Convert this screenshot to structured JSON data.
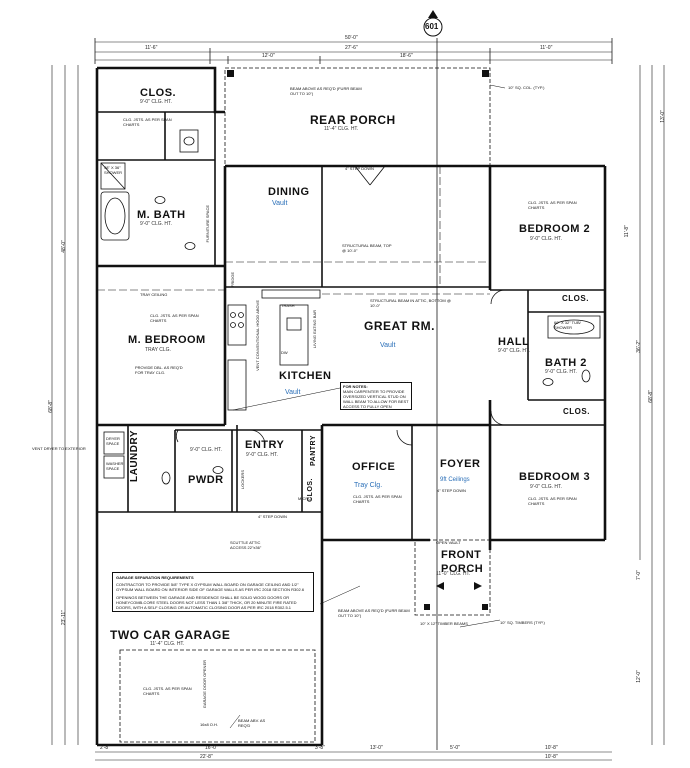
{
  "marker": "601",
  "rooms": {
    "clos_top": {
      "name": "CLOS.",
      "ceiling": "9'-0\" CLG. HT."
    },
    "rear_porch": {
      "name": "REAR PORCH",
      "ceiling": "11'-4\" CLG. HT."
    },
    "dining": {
      "name": "DINING",
      "vault": "Vault"
    },
    "bedroom2": {
      "name": "BEDROOM 2",
      "ceiling": "9'-0\" CLG. HT."
    },
    "m_bath": {
      "name": "M. BATH",
      "ceiling": "9'-0\" CLG. HT."
    },
    "m_bedroom": {
      "name": "M. BEDROOM",
      "ceiling": "TRAY CLG."
    },
    "great_rm": {
      "name": "GREAT RM.",
      "vault": "Vault"
    },
    "kitchen": {
      "name": "KITCHEN",
      "vault": "Vault"
    },
    "hall": {
      "name": "HALL",
      "ceiling": "9'-0\" CLG. HT."
    },
    "bath2": {
      "name": "BATH 2",
      "ceiling": "9'-0\" CLG. HT."
    },
    "clos_hall": {
      "name": "CLOS."
    },
    "clos_b2": {
      "name": "CLOS."
    },
    "laundry": {
      "name": "LAUNDRY"
    },
    "pwdr": {
      "name": "PWDR",
      "ceiling": "9'-0\" CLG. HT."
    },
    "entry": {
      "name": "ENTRY",
      "ceiling": "9'-0\" CLG. HT."
    },
    "pantry": {
      "name": "PANTRY"
    },
    "clos_entry": {
      "name": "CLOS."
    },
    "office": {
      "name": "OFFICE",
      "ceiling": "Tray Clg."
    },
    "foyer": {
      "name": "FOYER",
      "ceiling": "9ft Ceilings"
    },
    "bedroom3": {
      "name": "BEDROOM 3",
      "ceiling": "9'-0\" CLG. HT."
    },
    "front_porch": {
      "name": "FRONT PORCH",
      "ceiling": "11'-0\" CLG. HT."
    },
    "garage": {
      "name": "TWO CAR GARAGE",
      "ceiling": "11'-4\" CLG. HT."
    }
  },
  "dims_top": {
    "overall": "50'-0\"",
    "left": "11'-6\"",
    "mid": "27'-6\"",
    "right": "11'-0\"",
    "sub1": "12'-0\"",
    "sub2": "18'-6\""
  },
  "dims_bottom": {
    "a": "2'-8\"",
    "b": "16'-0\"",
    "c": "3'-8\"",
    "d": "5'-0\"",
    "e": "13'-0\"",
    "f": "10'-8\"",
    "g": "22'-8\"",
    "h": "10'-8\""
  },
  "dims_left": {
    "overall": "68'-8\"",
    "top": "48'-0\"",
    "bottom": "23'-11\""
  },
  "dims_right": {
    "overall": "68'-8\"",
    "a": "13'-0\"",
    "b": "36'-2\"",
    "c": "11'-8\"",
    "d": "7'-0\"",
    "e": "12'-0\""
  },
  "notes": {
    "beam_rear": "BEAM ABOVE AS REQ'D (FURR BEAM OUT TO 10\")",
    "col": "10\" SQ. COL. (TYP.)",
    "step_down_rear": "4\" STEP DOWN",
    "structural_beam": "STRUCTURAL BEAM, TOP @ 10'-0\"",
    "structural_beam_attic": "STRUCTURAL BEAM IN ATTIC, BOTTOM @ 10'-0\"",
    "tray_ceiling": "TRAY CEILING",
    "provide_dbl": "PROVIDE DBL. AS REQ'D FOR TRAY CLG.",
    "shower_mbath": "48\" X 36\" SHOWER",
    "furniture": "FURNITURE SPACE",
    "dryer": "DRYER SPACE",
    "washer": "WASHER SPACE",
    "vent_dryer": "VENT DRYER TO EXTERIOR",
    "lockers": "LOCKERS",
    "micro": "MICRO",
    "trash": "TRASH",
    "dw": "DW",
    "fridge": "FRIDGE",
    "hood": "VENT CONVENTIONAL HOOD ABOVE",
    "living_eating": "LIVING EATING BAR",
    "shower_b2": "60\" X 32\" TUB/ SHOWER",
    "step_down_entry": "4\" STEP DOWN",
    "step_down_foyer": "4\" STEP DOWN",
    "open_vault": "OPEN VAULT",
    "note_title": "FOR NOTES:",
    "note_body": "MAIN CARPENTER TO PROVIDE OVERSIZED VERTICAL STUD ON WALL BEAM TO ALLOW FOR BEST ACCESS TO FULLY OPEN",
    "scuttle": "SCUTTLE ATTIC ACCESS 22\"x36\"",
    "separation_title": "GARAGE SEPARATION REQUIREMENTS",
    "separation_1": "CONTRACTOR TO PROVIDE 5/8\" TYPE X GYPSUM WALL BOARD ON GARAGE CEILING AND 1/2\" GYPSUM WALL BOARD ON INTERIOR SIDE OF GARAGE WALLS AS PER IRC 2018 SECTION R302.6",
    "separation_2": "OPENINGS BETWEEN THE GARAGE AND RESIDENCE SHALL BE SOLID WOOD DOORS OR HONEYCOMB-CORE STEEL DOORS NOT LESS THAN 1 3/8\" THICK, OR 20 MINUTE FIRE RATED DOORS, WITH A SELF CLOSING OR AUTOMATIC CLOSING DOOR AS PER IRC 2018 R302.5.1",
    "garage_opener": "GARAGE DOOR OPENER",
    "beam_abv": "BEAM ABV. AS REQ'D",
    "beam_front": "BEAM ABOVE AS REQ'D (FURR BEAM OUT TO 10\")",
    "timber_beams": "10\" X 12\" TIMBER BEAMS",
    "timbers": "10\" SQ. TIMBERS (TYP.)",
    "clg_joists": "CLG. JSTS. AS PER SPAN CHARTS",
    "garage_door": "16x8 O.H."
  },
  "colors": {
    "line": "#1a1a1a",
    "accent": "#2a6fb8",
    "scribble": "#2a4fb8"
  }
}
